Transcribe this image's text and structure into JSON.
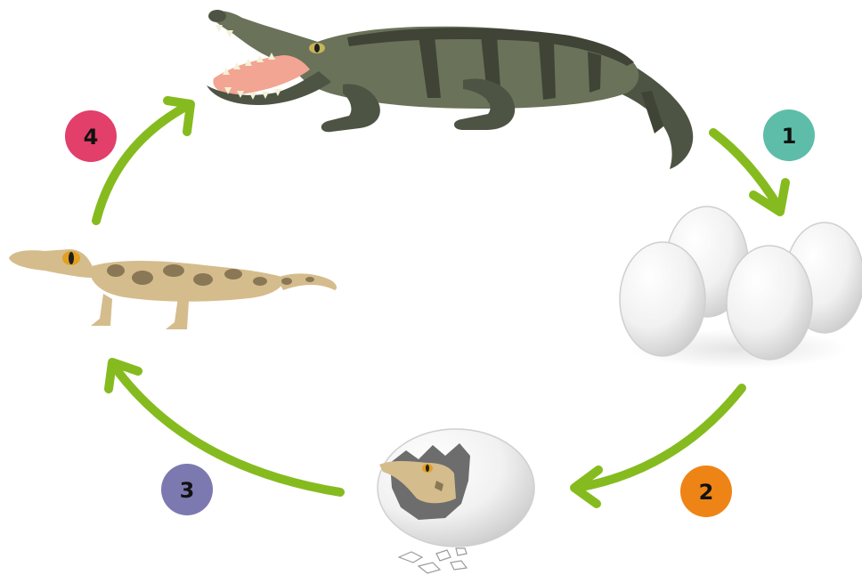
{
  "colors": {
    "arrow": "#86bb1f",
    "background": "#ffffff",
    "croc_dark": "#4d5443",
    "croc_mid": "#6a7259",
    "croc_stripe": "#3f4436",
    "mouth_pink": "#f2a592",
    "teeth": "#f4f1d6",
    "juvenile_body": "#d5bc8c",
    "juvenile_spot": "#8a7755",
    "egg_white": "#f2f2f2",
    "egg_shade": "#cfcfcf",
    "badge_text": "#111111"
  },
  "stages": [
    {
      "id": "adult-crocodile",
      "icon": "adult-crocodile-icon"
    },
    {
      "id": "eggs",
      "icon": "egg-clutch-icon"
    },
    {
      "id": "hatchling",
      "icon": "hatching-egg-icon"
    },
    {
      "id": "juvenile",
      "icon": "juvenile-crocodile-icon"
    }
  ],
  "steps": [
    {
      "label": "1",
      "color": "#5dbda8"
    },
    {
      "label": "2",
      "color": "#ee8416"
    },
    {
      "label": "3",
      "color": "#7c79b0"
    },
    {
      "label": "4",
      "color": "#e23f6a"
    }
  ]
}
